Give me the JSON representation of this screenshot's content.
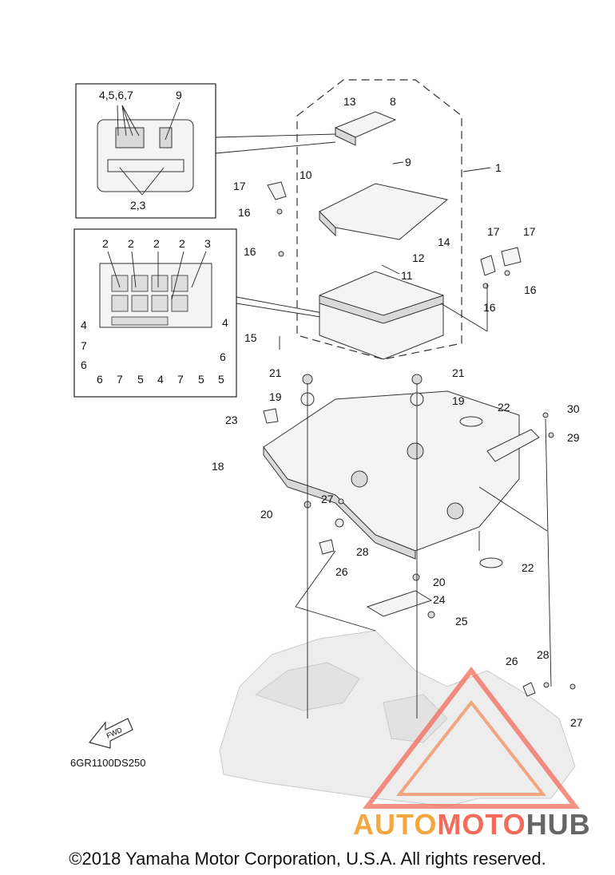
{
  "callouts": {
    "c1": "1",
    "c2_3": "2,3",
    "c4567": "4,5,6,7",
    "c9a": "9",
    "c9b": "9",
    "c8": "8",
    "c10": "10",
    "c11": "11",
    "c12": "12",
    "c13": "13",
    "c14": "14",
    "c15": "15",
    "c16a": "16",
    "c16b": "16",
    "c16c": "16",
    "c16d": "16",
    "c17a": "17",
    "c17b": "17",
    "c17c": "17",
    "c18": "18",
    "c19a": "19",
    "c19b": "19",
    "c20a": "20",
    "c20b": "20",
    "c21a": "21",
    "c21b": "21",
    "c22a": "22",
    "c22b": "22",
    "c23": "23",
    "c24": "24",
    "c25": "25",
    "c26a": "26",
    "c26b": "26",
    "c27a": "27",
    "c27b": "27",
    "c28a": "28",
    "c28b": "28",
    "c29": "29",
    "c30": "30"
  },
  "detail_box": {
    "top_row": [
      "2",
      "2",
      "2",
      "2",
      "3"
    ],
    "left_col": [
      "4",
      "7",
      "6"
    ],
    "bottom_row": [
      "6",
      "7",
      "5",
      "4",
      "7",
      "5",
      "5"
    ],
    "right_col": [
      "4",
      "6"
    ]
  },
  "fwd_label": "FWD",
  "diagram_code": "6GR1100DS250",
  "copyright": "©2018 Yamaha Motor Corporation, U.S.A. All rights reserved.",
  "watermark": {
    "part1": "AUTO",
    "part2": "MOTO",
    "part3": "HUB"
  }
}
